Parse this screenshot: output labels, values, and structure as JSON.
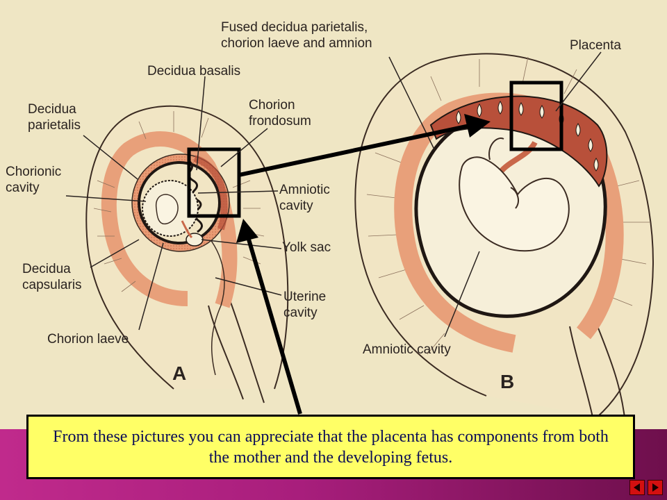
{
  "diagram": {
    "labels": {
      "fused": "Fused decidua parietalis,\nchorion laeve and amnion",
      "placenta": "Placenta",
      "decidua_basalis": "Decidua basalis",
      "chorion_frondosum": "Chorion\nfrondosum",
      "decidua_parietalis": "Decidua\nparietalis",
      "chorionic_cavity": "Chorionic\ncavity",
      "amniotic_cavity_a": "Amniotic\ncavity",
      "yolk_sac": "Yolk sac",
      "decidua_capsularis": "Decidua\ncapsularis",
      "uterine_cavity": "Uterine\ncavity",
      "chorion_laeve": "Chorion laeve",
      "amniotic_cavity_b": "Amniotic cavity"
    },
    "panel_a": "A",
    "panel_b": "B"
  },
  "caption": "From these pictures you can appreciate that the placenta has components from both the mother and the developing fetus.",
  "colors": {
    "background": "#efe6c4",
    "decidua": "#e8a07a",
    "placenta": "#b8503a",
    "caption_bg": "#ffff66",
    "caption_text": "#0b0d57",
    "band": "#b0227f",
    "nav_button": "#d31010"
  },
  "nav": {
    "previous_icon": "arrow-left-icon",
    "next_icon": "arrow-right-icon"
  }
}
